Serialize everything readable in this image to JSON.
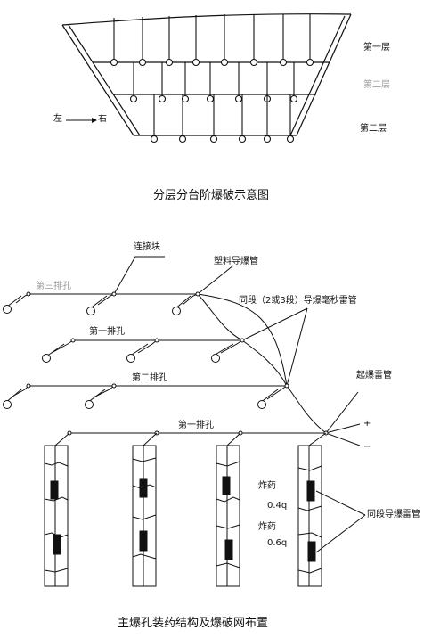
{
  "top_diagram": {
    "layer1": "第一层",
    "layer_mid": "第二层",
    "layer3": "第二层",
    "direction_left": "左",
    "direction_right": "右",
    "caption": "分层分台阶爆破示意图"
  },
  "bottom_diagram": {
    "connector_block": "连接块",
    "plastic_tube": "塑料导爆管",
    "faint_text": "第三排孔",
    "same_section_delay": "同段（2或3段）导爆毫秒雷管",
    "row_1": "第一排孔",
    "row_2": "第二排孔",
    "row_3": "第一排孔",
    "detonator": "起爆雷管",
    "plus": "+",
    "minus": "−",
    "explosive_1": "炸药",
    "charge_1": "0.4q",
    "explosive_2": "炸药",
    "charge_2": "0.6q",
    "same_section_detonator": "同段导爆雷管",
    "caption": "主爆孔装药结构及爆破网布置"
  }
}
